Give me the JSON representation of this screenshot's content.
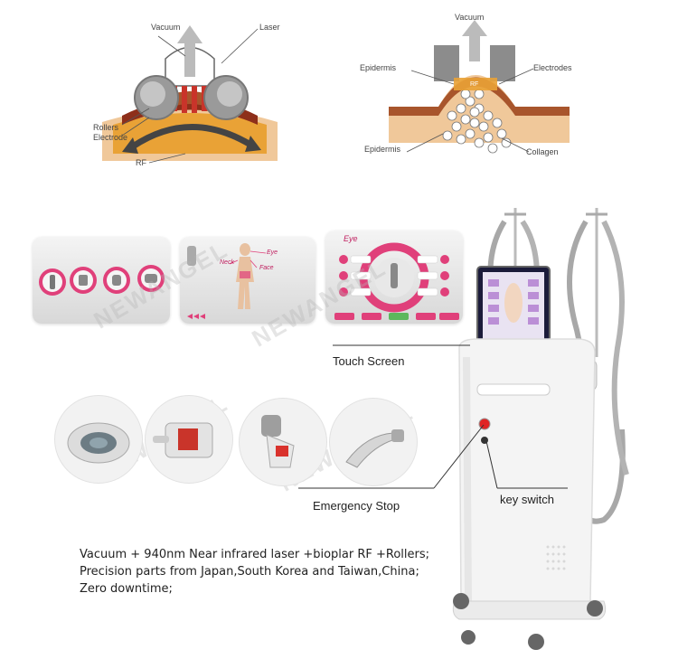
{
  "diagram_left": {
    "vacuum": "Vacuum",
    "laser": "Laser",
    "rollers": "Rollers",
    "electrode": "Electrode",
    "rf": "RF"
  },
  "diagram_right": {
    "vacuum": "Vacuum",
    "epidermis_top": "Epidermis",
    "electrodes": "Electrodes",
    "rf_label": "RF",
    "epidermis_bottom": "Epidermis",
    "collagen": "Collagen"
  },
  "screens": {
    "screen2_tags": [
      "Eye",
      "Neck",
      "Face"
    ],
    "screen3_title": "Eye"
  },
  "watermark": "NEWANGEL",
  "callouts": {
    "touch_screen": "Touch Screen",
    "emergency_stop": "Emergency Stop",
    "key_switch": "key switch"
  },
  "description": [
    "Vacuum + 940nm Near infrared laser +bioplar RF +Rollers;",
    "Precision parts from Japan,South Korea and Taiwan,China;",
    "Zero downtime;"
  ],
  "colors": {
    "pink": "#e0407a",
    "tissue_brown": "#a8552c",
    "orange": "#e9a236",
    "roller_grey": "#9a9a9a"
  }
}
